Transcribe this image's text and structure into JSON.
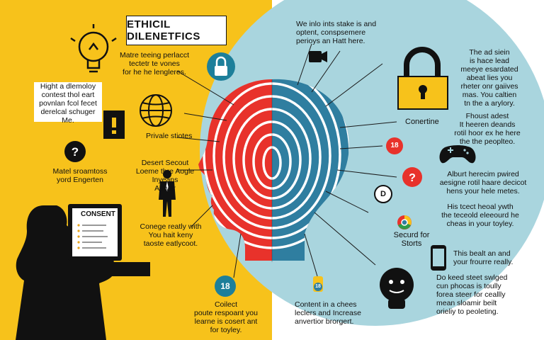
{
  "title": "ETHICIL DILENETFICS",
  "colors": {
    "left_bg": "#f7c21b",
    "right_bg": "#ffffff",
    "circle_bg": "#a9d5de",
    "fingerprint_red": "#e8322b",
    "fingerprint_blue": "#2f7ea0",
    "icon_teal": "#1d7f9a",
    "dark": "#111111",
    "alert_red": "#e8322b"
  },
  "left_texts": {
    "top_note": "Matre teeing perlacct\ntectetr te vones\nfor he he lengleres.",
    "box_note": "Hight a dlemoloy\ncontest thol eart\npovnlan fcol fecet\nderelcal schuger\nMe.",
    "privacy_label": "Privale stiotes",
    "ethics_label": "Matel sroamtoss\nyord Engerten",
    "expert_note": "Desert Secout\nLoeme thre Aogle\nInyeans\nAdwer",
    "compare_note": "Conege reatly with\nYou hait keny\ntaoste eatlycoot.",
    "collect_note": "Coilect\npoute respoant you\nlearne is cosert ant\nfor toyley.",
    "laptop_title": "CONSENT"
  },
  "right_texts": {
    "top_note": "We inlo ints stake is and\noptent, conspsemere\nperioys an Hatt here.",
    "right_top_note": "The ad siein\nis hace lead\nmeeye esardated\nabeat lies you\nrheter onr gaiives\nmas. You caltien\ntn the a arylory.",
    "corner_label": "Conertine",
    "found_note": "Fhoust adest\nIt heeren deands\nrotil hoor ex he here\nthe the peoplteo.",
    "album_note": "Alburt herecim pwired\naesigne rotil haare decicot\nhens your hele metes.",
    "secured_label": "Securd for\nStorts",
    "his_note": "His tcect heoal ywth\nthe teceold eleeourd he\ncheas in your toyley.",
    "this_note": "This bealt an and\nyour frourre really.",
    "do_note": "Do keed steet swlged\ncun phocas is toully\nforea steer for ceallly\nmean sloamir beilt\norieliy to peoleting.",
    "content_note": "Content in a chees\nleclers and Increase\nanvertior brorgert."
  },
  "badges": {
    "red_number": "18",
    "blue_number": "18",
    "small_number": "18",
    "letter_d": "D"
  },
  "icons": [
    "lightbulb-icon",
    "globe-icon",
    "alert-icon",
    "help-icon",
    "padlock-icon",
    "person-icon",
    "laptop-icon",
    "camera-icon",
    "gamepad-icon",
    "phone-icon",
    "robot-icon",
    "chrome-icon"
  ]
}
